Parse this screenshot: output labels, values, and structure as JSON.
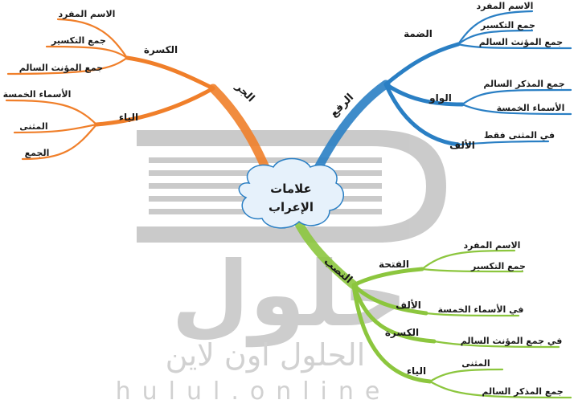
{
  "center": {
    "line1": "علامات",
    "line2": "الإعراب"
  },
  "colors": {
    "raf": "#2a7fc4",
    "jarr": "#f07f2a",
    "nasb": "#8cc63e",
    "watermark": "#b8b8b8"
  },
  "jarr": {
    "label": "الجر",
    "kasra": {
      "label": "الكسرة",
      "items": [
        "الاسم المفرد",
        "جمع التكسير",
        "جمع المؤنث السالم"
      ]
    },
    "yaa": {
      "label": "الياء",
      "items": [
        "الأسماء الخمسة",
        "المثنى",
        "الجمع"
      ]
    }
  },
  "raf": {
    "label": "الرفع",
    "damma": {
      "label": "الضمة",
      "items": [
        "الاسم المفرد",
        "جمع التكسير",
        "جمع المؤنث السالم"
      ]
    },
    "waw": {
      "label": "الواو",
      "items": [
        "جمع المذكر السالم",
        "الأسماء الخمسة"
      ]
    },
    "alif": {
      "label": "الألف",
      "items": [
        "في المثنى فقط"
      ]
    }
  },
  "nasb": {
    "label": "النصب",
    "fatha": {
      "label": "الفتحة",
      "items": [
        "الاسم المفرد",
        "جمع التكسير"
      ]
    },
    "alif": {
      "label": "الألف",
      "items": [
        "في الأسماء الخمسة"
      ]
    },
    "kasra": {
      "label": "الكسرة",
      "items": [
        "في جمع المؤنث السالم"
      ]
    },
    "yaa": {
      "label": "الياء",
      "items": [
        "المثنى",
        "جمع المذكر السالم"
      ]
    }
  },
  "watermark": {
    "logo": "حلول",
    "arabic": "الحلول اون لاين",
    "latin": "hulul.online"
  }
}
